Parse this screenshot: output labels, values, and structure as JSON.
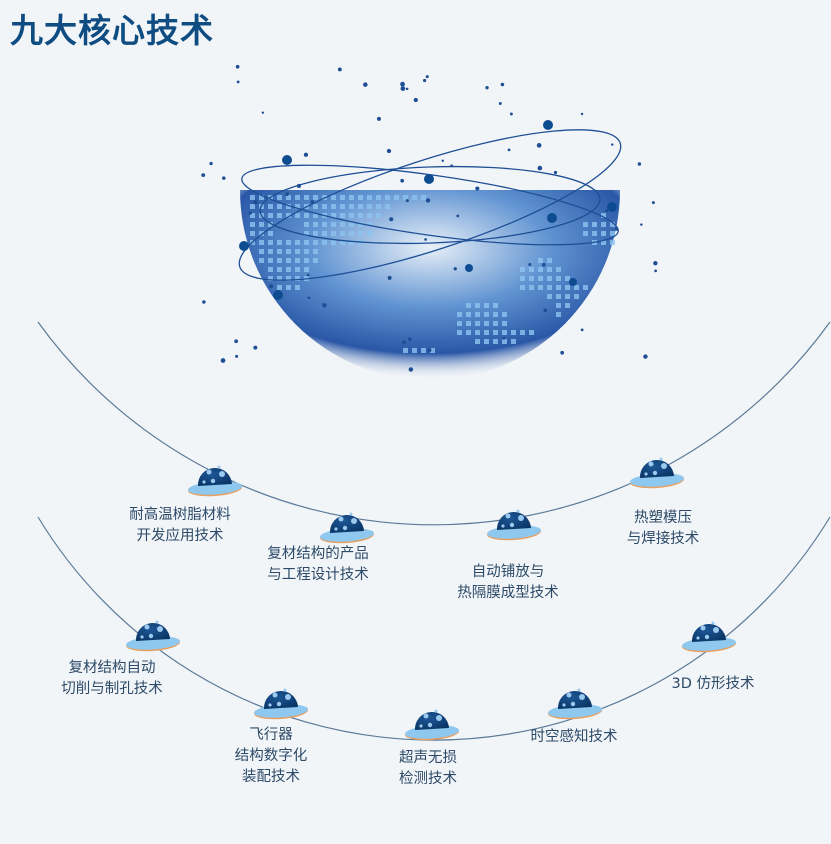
{
  "title": "九大核心技术",
  "colors": {
    "title": "#0e4c82",
    "planet": "#0d3f73",
    "ring": "#8fc8ee",
    "arc": "#5c7a98"
  },
  "technologies_upper": [
    {
      "line1": "耐高温树脂材料",
      "line2": "开发应用技术"
    },
    {
      "line1": "复材结构的产品",
      "line2": "与工程设计技术"
    },
    {
      "line1": "自动铺放与",
      "line2": "热隔膜成型技术"
    },
    {
      "line1": "热塑模压",
      "line2": "与焊接技术"
    }
  ],
  "technologies_lower": [
    {
      "line1": "复材结构自动",
      "line2": "切削与制孔技术"
    },
    {
      "line1": "飞行器",
      "line2": "结构数字化",
      "line3": "装配技术"
    },
    {
      "line1": "超声无损",
      "line2": "检测技术"
    },
    {
      "line1": "时空感知技术"
    },
    {
      "line1": "3D  仿形技术"
    }
  ]
}
